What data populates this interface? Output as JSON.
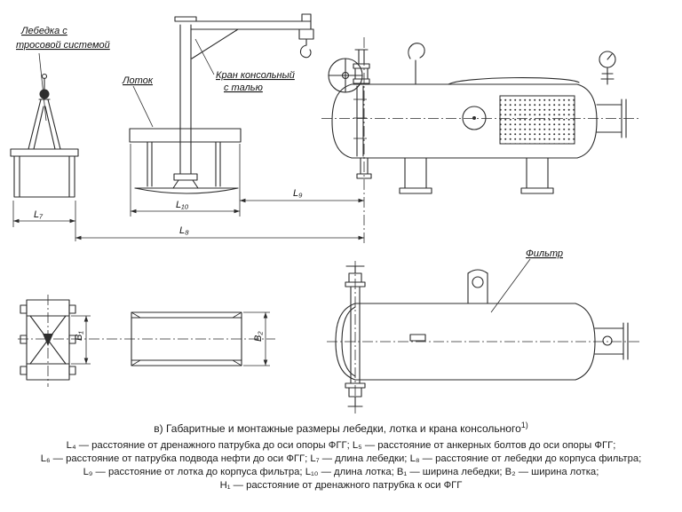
{
  "drawing": {
    "winch_label_line1": "Лебедка с",
    "winch_label_line2": "тросовой системой",
    "tray_label": "Лоток",
    "crane_label_line1": "Кран консольный",
    "crane_label_line2": "с талью",
    "filter_label": "Фильтр",
    "dim_L7": "L₇",
    "dim_L8": "L₈",
    "dim_L9": "L₉",
    "dim_L10": "L₁₀",
    "dim_B1": "B₁",
    "dim_B2": "B₂"
  },
  "caption": {
    "text": "в) Габаритные и монтажные размеры лебедки, лотка и крана консольного",
    "superscript": "1)"
  },
  "legend": {
    "lines": [
      "L₄ — расстояние от дренажного патрубка до оси опоры ФГГ; L₅ — расстояние от анкерных болтов до оси опоры ФГГ;",
      "L₆ — расстояние от патрубка подвода нефти до оси ФГГ; L₇ — длина лебедки; L₈ — расстояние от лебедки до корпуса фильтра;",
      "L₉ — расстояние от лотка до корпуса фильтра; L₁₀ — длина лотка; B₁ — ширина лебедки; B₂ — ширина лотка;",
      "H₁ — расстояние от дренажного патрубка к оси ФГГ"
    ]
  }
}
